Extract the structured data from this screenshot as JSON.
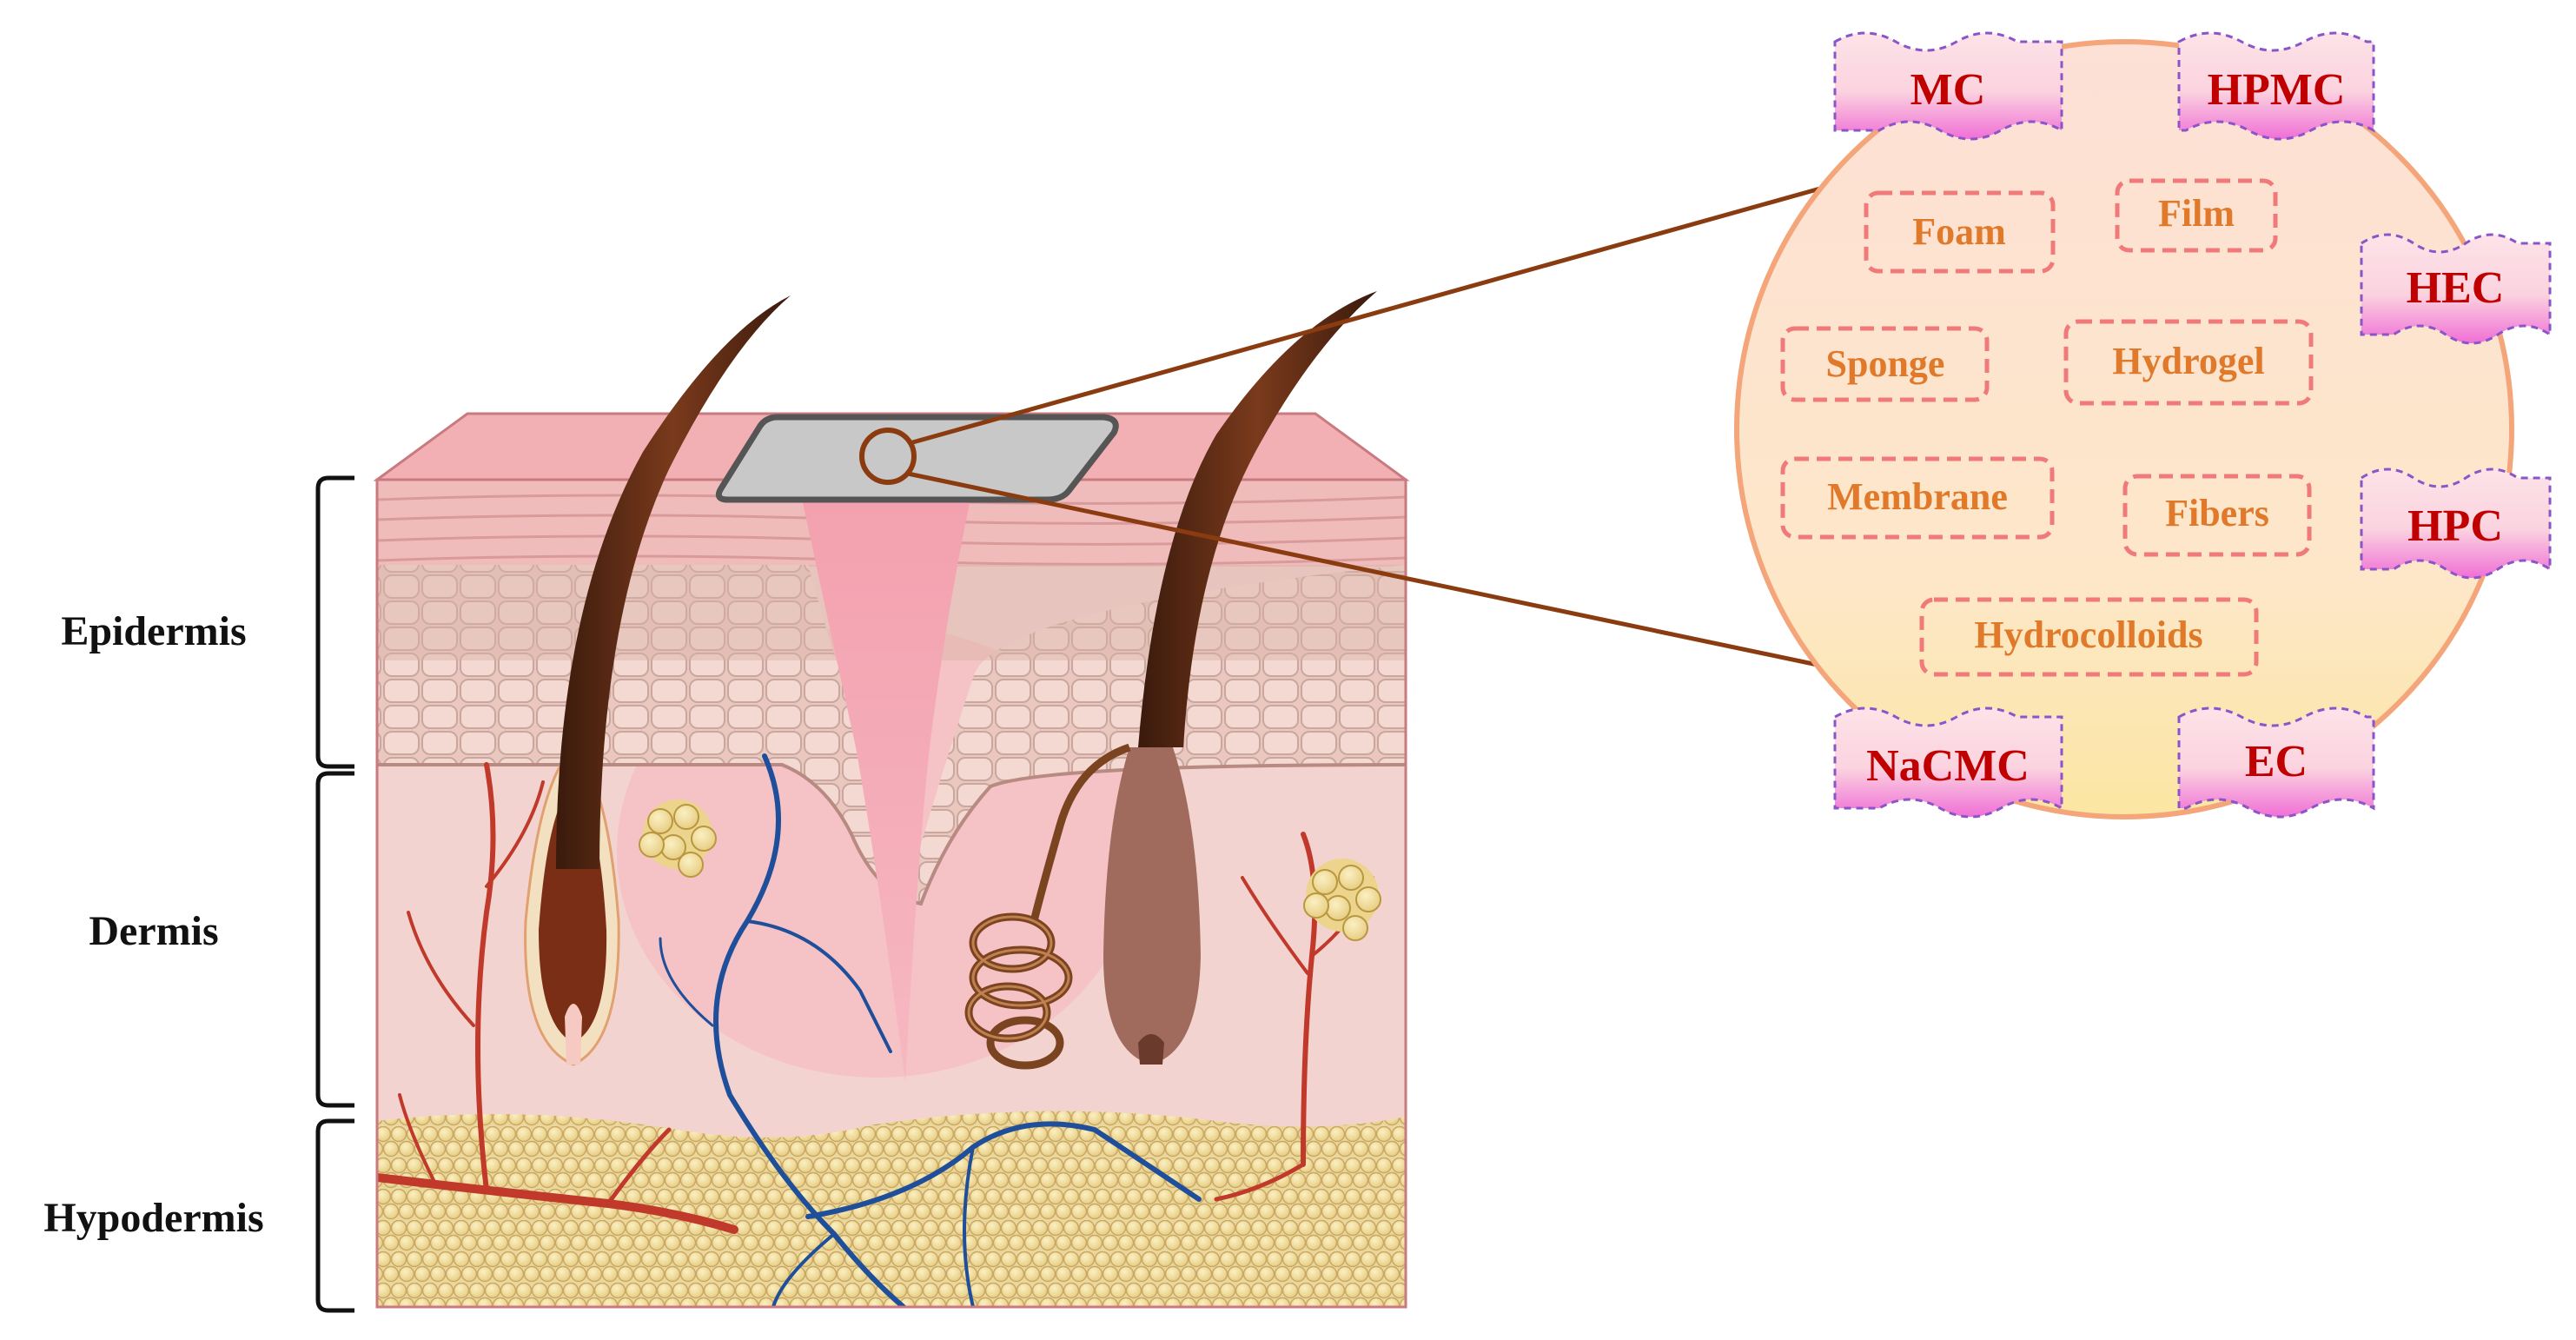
{
  "layers": [
    {
      "id": "epidermis",
      "label": "Epidermis"
    },
    {
      "id": "dermis",
      "label": "Dermis"
    },
    {
      "id": "hypodermis",
      "label": "Hypodermis"
    }
  ],
  "dressing_forms": [
    "Foam",
    "Film",
    "Sponge",
    "Hydrogel",
    "Membrane",
    "Fibers",
    "Hydrocolloids"
  ],
  "polymers": [
    "MC",
    "HPMC",
    "HEC",
    "HPC",
    "NaCMC",
    "EC"
  ],
  "colors": {
    "form_text": "#e07a2a",
    "form_border": "#f07a7a",
    "polymer_text": "#c00000",
    "flag_border": "#8a55c8",
    "flag_fill_top": "#fde3e8",
    "flag_fill_bottom": "#f06fd6",
    "circle_border": "#f4a57a",
    "connector": "#8a3c10",
    "dressing_fill": "#c8c8c8",
    "dressing_border": "#555555"
  }
}
